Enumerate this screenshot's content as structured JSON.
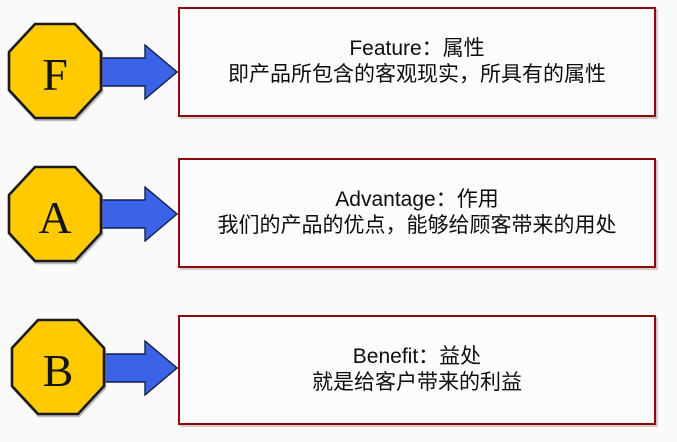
{
  "colors": {
    "page_bg": "#fafafa",
    "box_fill": "#fcfcfc",
    "box_border": "#8c0a0a",
    "octagon_fill": "#ffca00",
    "octagon_stroke": "#1a1a1a",
    "arrow_fill": "#3a63e8",
    "text": "#0d0d0d"
  },
  "rows": [
    {
      "letter": "F",
      "title": "Feature：属性",
      "description": "即产品所包含的客观现实，所具有的属性"
    },
    {
      "letter": "A",
      "title": "Advantage：作用",
      "description": "我们的产品的优点，能够给顾客带来的用处"
    },
    {
      "letter": "B",
      "title": "Benefit：益处",
      "description": "就是给客户带来的利益"
    }
  ]
}
